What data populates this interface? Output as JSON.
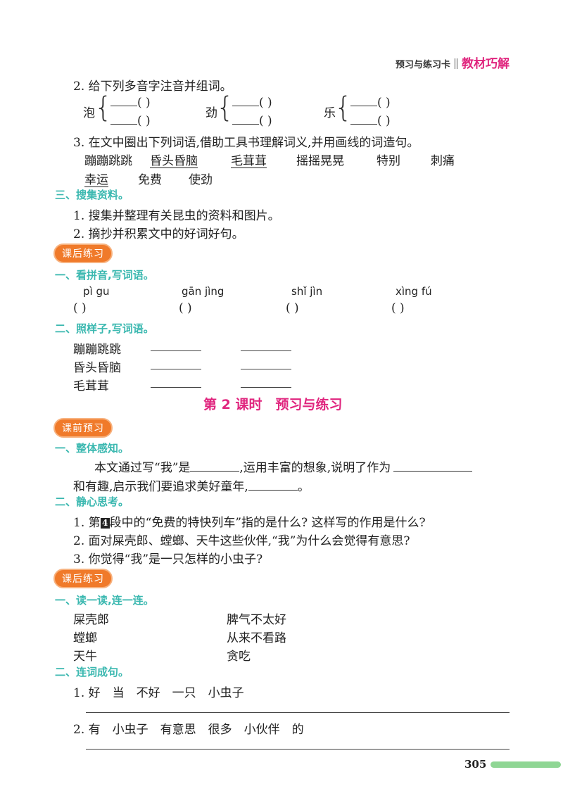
{
  "header": {
    "small": "预习与练习卡",
    "big": "教材巧解"
  },
  "q2": {
    "title": "2. 给下列多音字注音并组词。",
    "chars": [
      "泡",
      "劲",
      "乐"
    ],
    "paren": "(          )"
  },
  "q3": {
    "title": "3. 在文中圈出下列词语,借助工具书理解词义,并用画线的词造句。",
    "words_row1": [
      "蹦蹦跳跳",
      "昏头昏脑",
      "毛茸茸",
      "摇摇晃晃",
      "特别",
      "刺痛"
    ],
    "words_row2": [
      "幸运",
      "免费",
      "使劲"
    ]
  },
  "sec3": {
    "title": "三、搜集资料。",
    "items": [
      "1. 搜集并整理有关昆虫的资料和图片。",
      "2. 摘抄并积累文中的好词好句。"
    ]
  },
  "badge_after": "课后练习",
  "badge_before": "课前预习",
  "p1": {
    "title": "一、看拼音,写词语。",
    "pinyin": [
      "pì gu",
      "gān jìng",
      "shǐ jìn",
      "xìng fú"
    ],
    "paren": "(          )"
  },
  "p2": {
    "title": "二、照样子,写词语。",
    "words": [
      "蹦蹦跳跳",
      "昏头昏脑",
      "毛茸茸"
    ]
  },
  "lesson_title": "第 2 课时　预习与练习",
  "pre1": {
    "title": "一、整体感知。",
    "text_a": "本文通过写“我”是",
    "text_b": ",运用丰富的想象,说明了作为",
    "text_c": "和有趣,启示我们要追求美好童年,",
    "text_d": "。"
  },
  "pre2": {
    "title": "二、静心思考。",
    "q1_a": "1. 第",
    "q1_num": "4",
    "q1_b": "段中的“免费的特快列车”指的是什么? 这样写的作用是什么?",
    "q2": "2. 面对屎壳郎、螳螂、天牛这些伙伴,“我”为什么会觉得有意思?",
    "q3": "3. 你觉得“我”是一只怎样的小虫子?"
  },
  "post1": {
    "title": "一、读一读,连一连。",
    "left": [
      "屎壳郎",
      "螳螂",
      "天牛"
    ],
    "right": [
      "脾气不太好",
      "从来不看路",
      "贪吃"
    ]
  },
  "post2": {
    "title": "二、连词成句。",
    "s1": "1. 好　当　不好　一只　小虫子",
    "s2": "2. 有　小虫子　有意思　很多　小伙伴　的"
  },
  "page_number": "305"
}
